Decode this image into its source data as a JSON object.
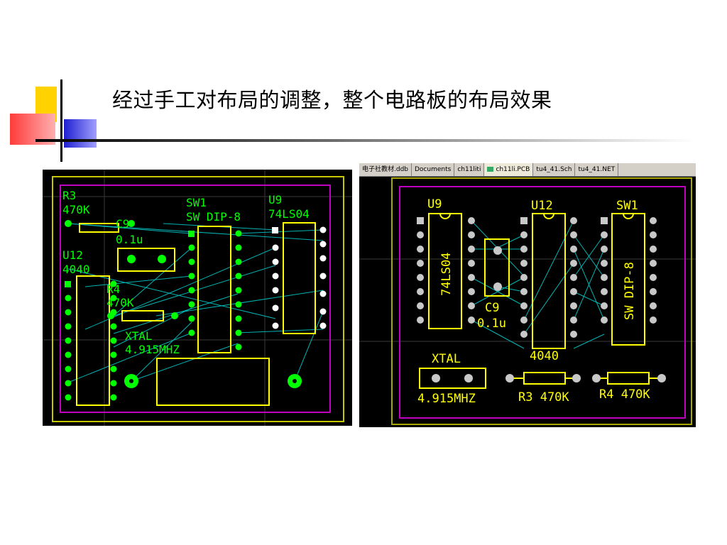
{
  "slide": {
    "title": "经过手工对布局的调整，整个电路板的布局效果",
    "colors": {
      "deco_yellow": "#ffd200",
      "deco_red": "#ff4040",
      "deco_blue": "#3a3adc",
      "board_bg": "#000000",
      "outline": "#c000c0",
      "keepout": "#c8c800",
      "component": "#ffff00",
      "silk_left": "#00ff00",
      "silk_right": "#ffffff",
      "pad": "#c0c0c0",
      "ratsnest": "#00b4b4"
    }
  },
  "left_pcb": {
    "labels": {
      "r3_ref": "R3",
      "r3_val": "470K",
      "c9_ref": "C9",
      "c9_val": "0.1u",
      "u12_ref": "U12",
      "u12_val": "4040",
      "r4_ref": "R4",
      "r4_val": "470K",
      "xtal_ref": "XTAL",
      "xtal_val": "4.915MHZ",
      "sw1_ref": "SW1",
      "sw1_val": "SW DIP-8",
      "u9_ref": "U9",
      "u9_val": "74LS04"
    }
  },
  "right_pcb": {
    "tabs": [
      {
        "label": "电子社教材.ddb",
        "active": false
      },
      {
        "label": "Documents",
        "active": false
      },
      {
        "label": "ch11liti",
        "active": false
      },
      {
        "label": "ch11li.PCB",
        "active": true,
        "icon": "pcb-document-icon"
      },
      {
        "label": "tu4_41.Sch",
        "active": false
      },
      {
        "label": "tu4_41.NET",
        "active": false
      }
    ],
    "labels": {
      "u9_ref": "U9",
      "u9_val": "74LS04",
      "u12_ref": "U12",
      "u12_val": "4040",
      "sw1_ref": "SW1",
      "sw1_val": "SW DIP-8",
      "c9_ref": "C9",
      "c9_val": "0.1u",
      "xtal_ref": "XTAL",
      "xtal_val": "4.915MHZ",
      "r3_label": "R3 470K",
      "r4_label": "R4 470K"
    }
  }
}
